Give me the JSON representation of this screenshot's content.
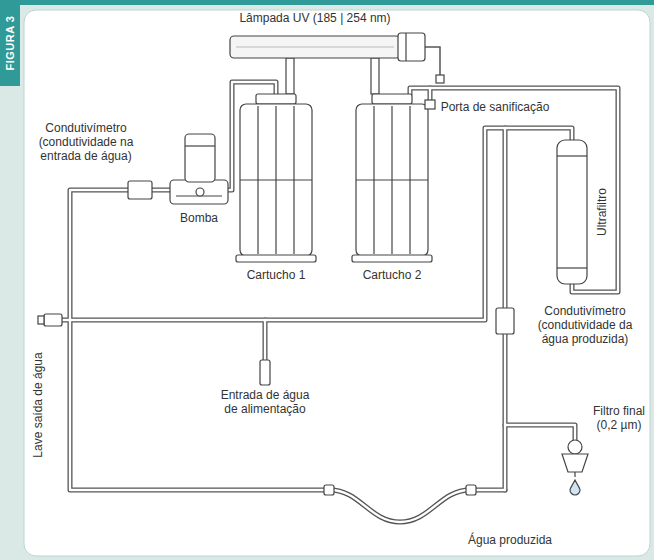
{
  "diagram": {
    "title": "FIGURA 3",
    "labels": [
      "Lâmpada UV (185 | 254 nm)",
      "Porta de sanificação",
      "Condutivímetro (condutividade na entrada de água)",
      "Bomba",
      "Cartucho 1",
      "Cartucho 2",
      "Ultrafiltro",
      "Lave saída de água",
      "Condutivímetro (condutividade da água produzida)",
      "Entrada de água de alimentação",
      "Filtro final (0,2 µm)",
      "Água produzida"
    ]
  }
}
